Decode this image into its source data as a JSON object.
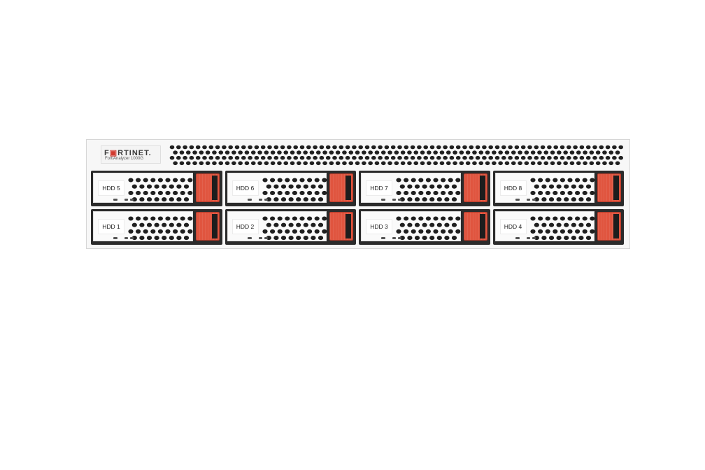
{
  "device": {
    "brand": "FRTINET.",
    "brand_first_letter": "F",
    "model": "FortiAnalyzer 1000G",
    "colors": {
      "latch": "#e0553f",
      "chassis": "#f7f7f7",
      "bay_frame": "#2b2b2b"
    }
  },
  "bays": [
    {
      "label": "HDD 5"
    },
    {
      "label": "HDD 6"
    },
    {
      "label": "HDD 7"
    },
    {
      "label": "HDD 8"
    },
    {
      "label": "HDD 1"
    },
    {
      "label": "HDD 2"
    },
    {
      "label": "HDD 3"
    },
    {
      "label": "HDD 4"
    }
  ]
}
